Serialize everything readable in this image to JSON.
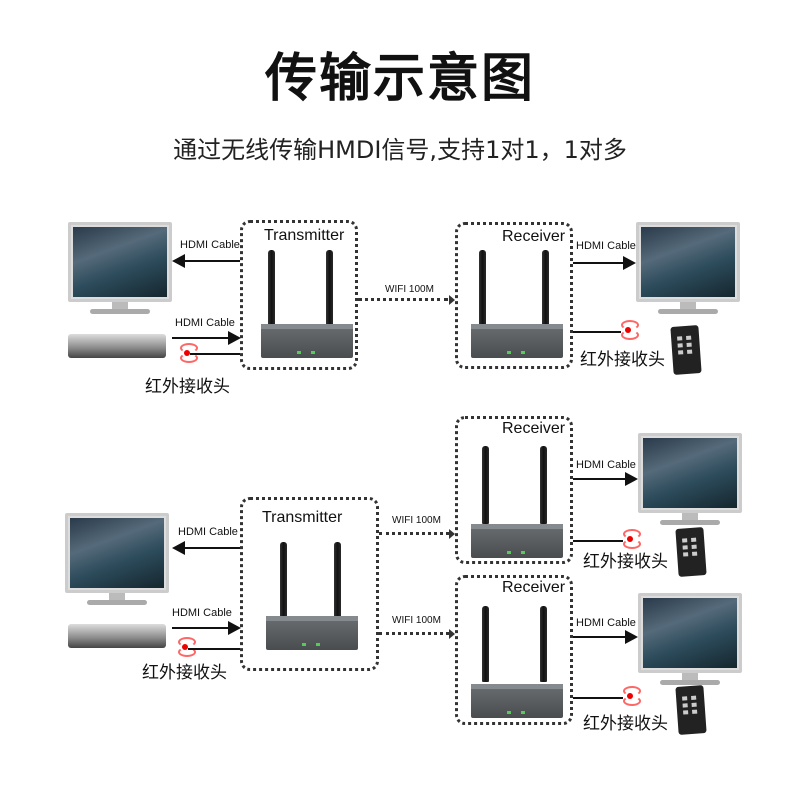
{
  "title": "传输示意图",
  "subtitle": "通过无线传输HMDI信号,支持1对1，1对多",
  "labels": {
    "transmitter": "Transmitter",
    "receiver": "Receiver",
    "hdmi_cable": "HDMI Cable",
    "wifi": "WIFI 100M",
    "ir_receiver": "红外接收头"
  }
}
